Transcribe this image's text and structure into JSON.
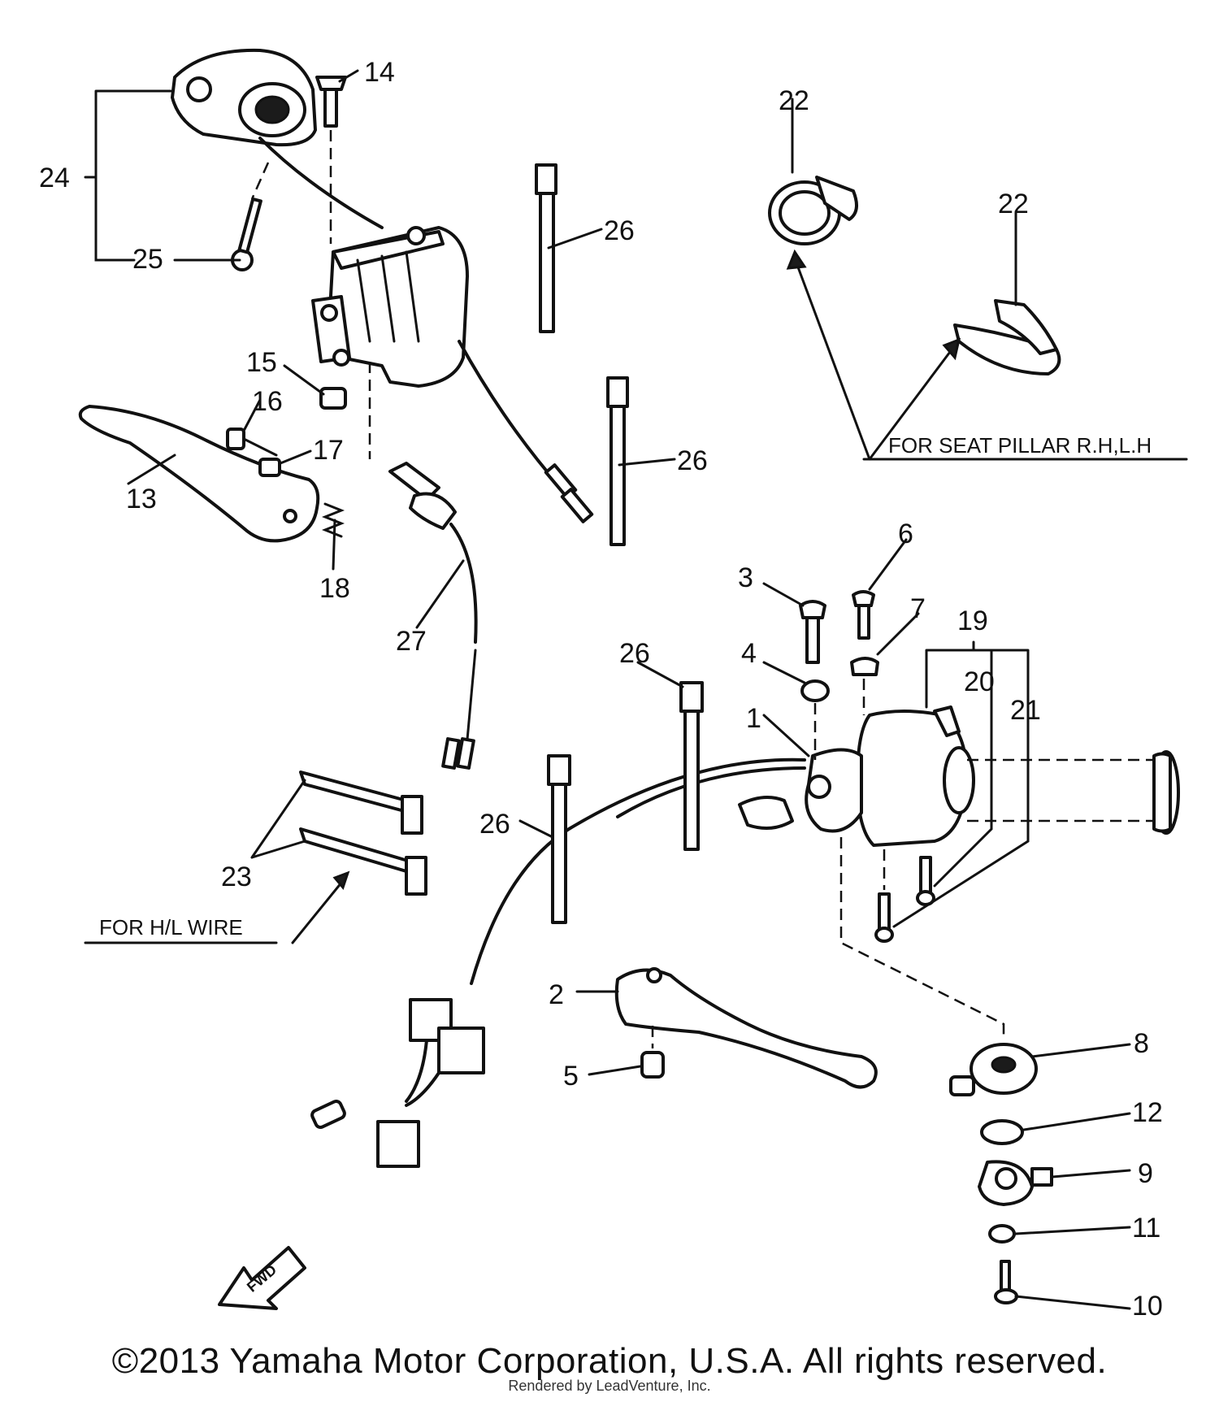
{
  "diagram": {
    "callouts": [
      "1",
      "2",
      "3",
      "4",
      "5",
      "6",
      "7",
      "8",
      "9",
      "10",
      "11",
      "12",
      "13",
      "14",
      "15",
      "16",
      "17",
      "18",
      "19",
      "20",
      "21",
      "22",
      "22",
      "23",
      "24",
      "25",
      "26",
      "26",
      "26",
      "26",
      "27"
    ],
    "notes": {
      "seat_pillar": "FOR SEAT PILLAR  R.H,L.H",
      "hl_wire": "FOR H/L WIRE",
      "fwd_arrow": "FWD"
    }
  },
  "footer": {
    "copyright": "©2013 Yamaha Motor Corporation, U.S.A. All rights reserved.",
    "rendered_by": "Rendered by LeadVenture, Inc."
  }
}
